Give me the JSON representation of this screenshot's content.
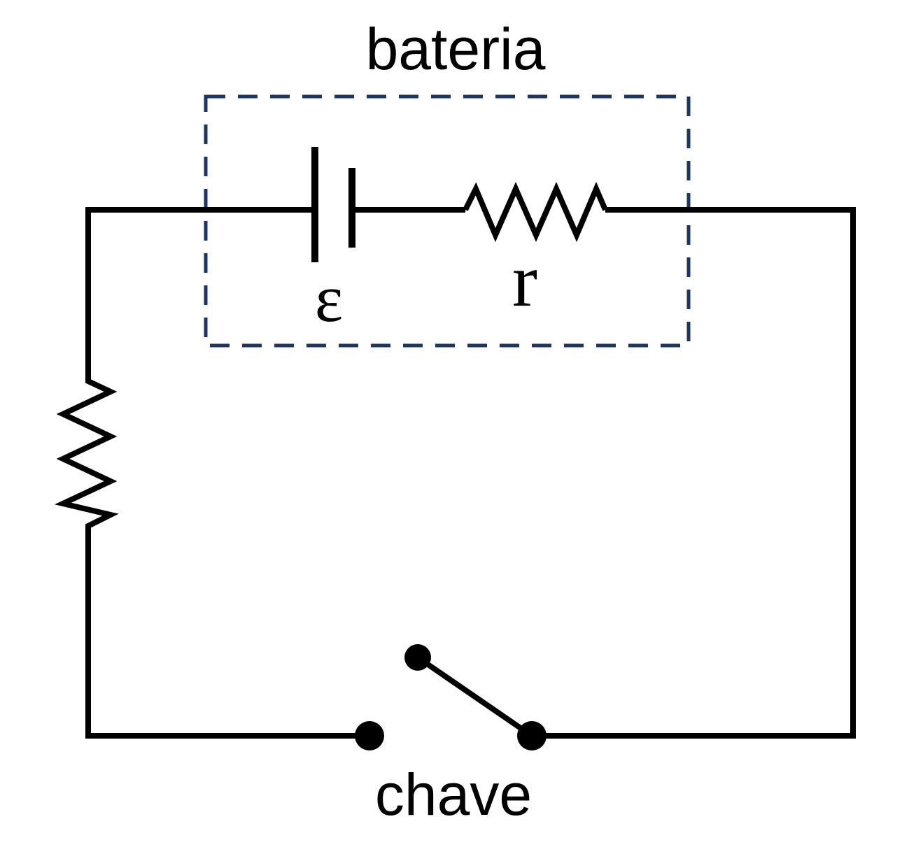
{
  "labels": {
    "battery": "bateria",
    "emf": "ε",
    "internal_resistance": "r",
    "switch": "chave"
  },
  "colors": {
    "wire": "#000000",
    "battery_box": "#1b3564",
    "background": "#ffffff"
  },
  "components": {
    "battery_box_style": "dashed",
    "switch_state": "open"
  }
}
